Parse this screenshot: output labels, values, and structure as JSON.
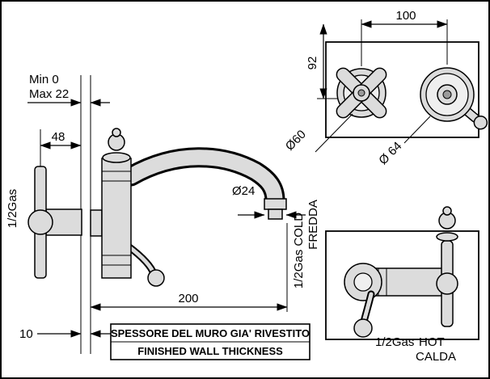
{
  "left": {
    "min_label": "Min 0",
    "max_label": "Max 22",
    "width_48": "48",
    "gas": "1/2Gas",
    "spout_dia": "Ø24",
    "reach_200": "200",
    "plate_10": "10"
  },
  "note": {
    "line1": "SPESSORE DEL MURO GIA' RIVESTITO",
    "line2": "FINISHED WALL THICKNESS"
  },
  "front": {
    "centers_100": "100",
    "height_92": "92",
    "handle_dia": "Ø60",
    "escutcheon_dia": "Ø 64"
  },
  "valve": {
    "gas_cold": "1/2Gas COLD",
    "fredda": "FREDDA",
    "gas": "1/2Gas",
    "hot": "HOT",
    "calda": "CALDA"
  }
}
